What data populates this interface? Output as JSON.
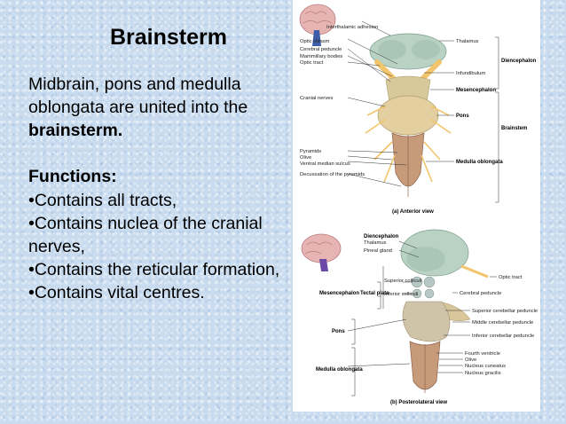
{
  "slide": {
    "title": "Brainsterm",
    "intro_part1": "Midbrain, pons and medulla oblongata are united into the ",
    "intro_bold": "brainsterm.",
    "functions_heading": "Functions:",
    "functions": [
      "•Contains all tracts,",
      "•Contains nuclea of the cranial nerves,",
      "•Contains the reticular formation,",
      "•Contains vital centres."
    ]
  },
  "figure": {
    "anterior": {
      "caption": "(a) Anterior view",
      "labels_left": [
        "Interthalamic adhesion",
        "Optic chiasm",
        "Cerebral peduncle",
        "Mammillary bodies",
        "Optic tract",
        "Cranial nerves",
        "Pyramids",
        "Olive",
        "Ventral median sulcus",
        "Decussation of the pyramids"
      ],
      "labels_right": [
        "Thalamus",
        "Infundibulum",
        "Mesencephalon",
        "Pons",
        "Medulla oblongata"
      ],
      "bracket_labels": [
        "Diencephalon",
        "Brainstem"
      ]
    },
    "posterolateral": {
      "caption": "(b) Posterolateral view",
      "labels_left": [
        "Diencephalon",
        "Thalamus",
        "Pineal gland",
        "Mesencephalon",
        "Tectal plate",
        "Superior colliculi",
        "Inferior colliculi",
        "Pons",
        "Medulla oblongata"
      ],
      "labels_right": [
        "Optic tract",
        "Cerebral peduncle",
        "Superior cerebellar peduncle",
        "Middle cerebellar peduncle",
        "Inferior cerebellar peduncle",
        "Fourth ventricle",
        "Olive",
        "Nucleus cuneatus",
        "Nucleus gracilis"
      ]
    }
  },
  "colors": {
    "background": "#c9dcef",
    "brain_pink": "#e7b4b4",
    "brainstem_blue": "#4b6fb0",
    "diencephalon_green": "#b9d2c4",
    "pons_tan": "#e3cfa0",
    "medulla_brown": "#c79a7a"
  }
}
